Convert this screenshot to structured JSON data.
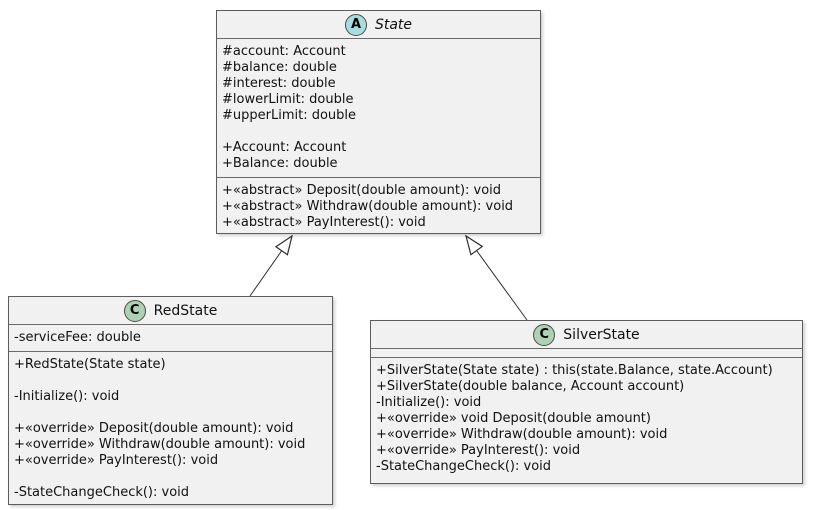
{
  "diagram": {
    "type": "uml-class-diagram",
    "colors": {
      "box_fill": "#F1F1F1",
      "box_border": "#5c5c5c",
      "abstract_circle_fill": "#A9DCDF",
      "class_circle_fill": "#ADD1B2",
      "arrow_stroke": "#2f2f2f",
      "page_background": "#ffffff"
    },
    "classes": [
      {
        "id": "state",
        "stereotype_letter": "A",
        "stereotype_kind": "abstract",
        "title": "State",
        "attributes": [
          "#account: Account",
          "#balance: double",
          "#interest: double",
          "#lowerLimit: double",
          "#upperLimit: double",
          "",
          "+Account: Account",
          "+Balance: double"
        ],
        "methods": [
          "+«abstract» Deposit(double amount): void",
          "+«abstract» Withdraw(double amount): void",
          "+«abstract» PayInterest(): void"
        ]
      },
      {
        "id": "redstate",
        "stereotype_letter": "C",
        "stereotype_kind": "class",
        "title": "RedState",
        "attributes": [
          "-serviceFee: double"
        ],
        "methods": [
          "+RedState(State state)",
          "",
          "-Initialize(): void",
          "",
          "+«override» Deposit(double amount): void",
          "+«override» Withdraw(double amount): void",
          "+«override» PayInterest(): void",
          "",
          "-StateChangeCheck(): void"
        ]
      },
      {
        "id": "silverstate",
        "stereotype_letter": "C",
        "stereotype_kind": "class",
        "title": "SilverState",
        "attributes": [],
        "methods": [
          "+SilverState(State state) : this(state.Balance, state.Account)",
          "+SilverState(double balance, Account account)",
          "-Initialize(): void",
          "+«override» void Deposit(double amount)",
          "+«override» Withdraw(double amount): void",
          "+«override» PayInterest(): void",
          "-StateChangeCheck(): void"
        ]
      }
    ],
    "relations": [
      {
        "type": "generalization",
        "from": "RedState",
        "to": "State"
      },
      {
        "type": "generalization",
        "from": "SilverState",
        "to": "State"
      }
    ]
  }
}
